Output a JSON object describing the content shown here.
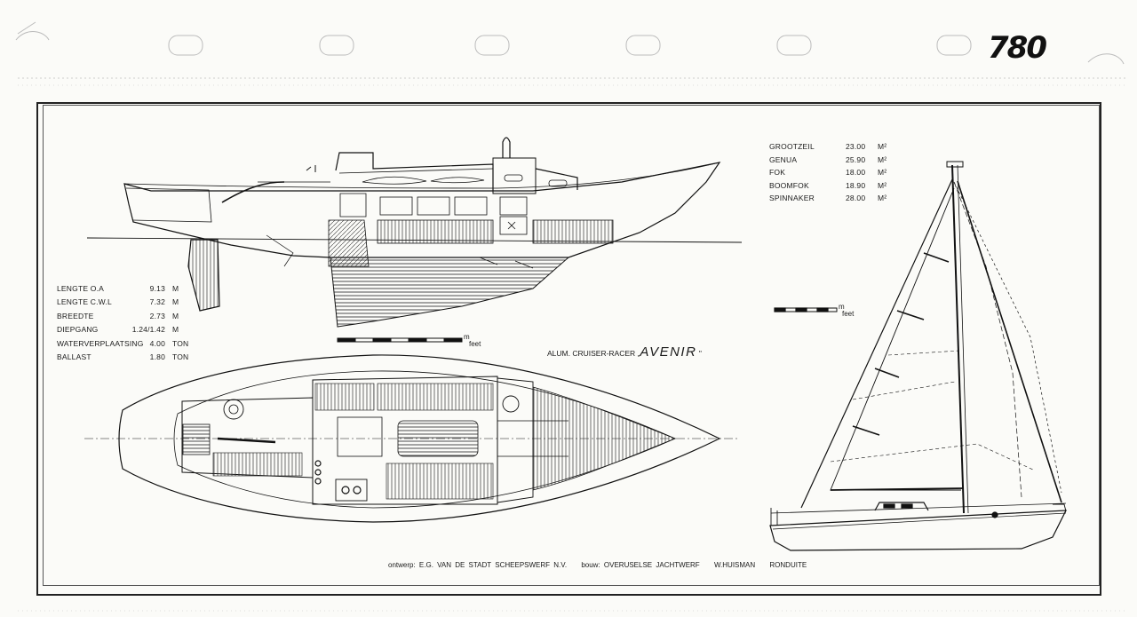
{
  "sheet": {
    "reference_number": "780"
  },
  "title": {
    "prefix": "ALUM. CRUISER-RACER",
    "open_quote": "„",
    "name": "AVENIR",
    "close_quote": "\""
  },
  "dimensions": [
    {
      "label": "LENGTE O.A",
      "value": "9.13",
      "unit": "M"
    },
    {
      "label": "LENGTE C.W.L",
      "value": "7.32",
      "unit": "M"
    },
    {
      "label": "BREEDTE",
      "value": "2.73",
      "unit": "M"
    },
    {
      "label": "DIEPGANG",
      "value": "1.24/1.42",
      "unit": "M"
    },
    {
      "label": "WATERVERPLAATSING",
      "value": "4.00",
      "unit": "TON"
    },
    {
      "label": "BALLAST",
      "value": "1.80",
      "unit": "TON"
    }
  ],
  "sails": [
    {
      "label": "GROOTZEIL",
      "value": "23.00",
      "unit": "M²"
    },
    {
      "label": "GENUA",
      "value": "25.90",
      "unit": "M²"
    },
    {
      "label": "FOK",
      "value": "18.00",
      "unit": "M²"
    },
    {
      "label": "BOOMFOK",
      "value": "18.90",
      "unit": "M²"
    },
    {
      "label": "SPINNAKER",
      "value": "28.00",
      "unit": "M²"
    }
  ],
  "scales": {
    "hull_scale_m": "m",
    "hull_scale_feet": "feet",
    "sail_scale_m": "m",
    "sail_scale_feet": "feet"
  },
  "credits": {
    "design": "ontwerp: E.G. VAN DE STADT SCHEEPSWERF N.V.",
    "builder": "bouw: OVERUSELSE JACHTWERF",
    "owner": "W.HUISMAN",
    "place": "RONDUITE"
  }
}
